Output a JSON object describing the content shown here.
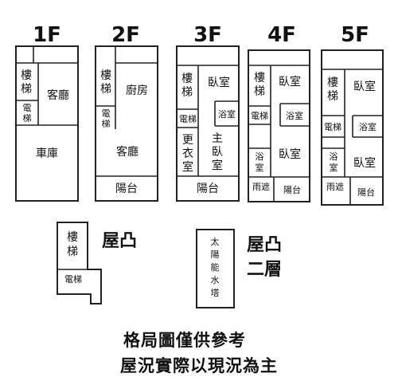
{
  "floors": {
    "f1": {
      "heading": "1F",
      "rooms": {
        "stairs": [
          "樓",
          "梯"
        ],
        "living": "客廳",
        "elevator": [
          "電",
          "梯"
        ],
        "garage": "車庫"
      }
    },
    "f2": {
      "heading": "2F",
      "rooms": {
        "stairs": [
          "樓",
          "梯"
        ],
        "kitchen": "廚房",
        "elevator": [
          "電",
          "梯"
        ],
        "living": "客廳",
        "balcony": "陽台"
      }
    },
    "f3": {
      "heading": "3F",
      "rooms": {
        "stairs": [
          "樓",
          "梯"
        ],
        "bedroom": "臥室",
        "bath": "浴室",
        "elevator": "電梯",
        "closet": [
          "更",
          "衣",
          "室"
        ],
        "master": [
          "主",
          "臥",
          "室"
        ],
        "balcony": "陽台"
      }
    },
    "f4": {
      "heading": "4F",
      "rooms": {
        "stairs": [
          "樓",
          "梯"
        ],
        "bedroom1": "臥室",
        "elevator": "電梯",
        "bath1": "浴室",
        "bath2": [
          "浴",
          "室"
        ],
        "bedroom2": "臥室",
        "rainshelter": "雨遮",
        "balcony": "陽台"
      }
    },
    "f5": {
      "heading": "5F",
      "rooms": {
        "stairs": [
          "樓",
          "梯"
        ],
        "bedroom1": "臥室",
        "elevator": "電梯",
        "bath1": "浴室",
        "bath2": [
          "浴",
          "室"
        ],
        "bedroom2": "臥室",
        "rainshelter": "雨遮",
        "balcony": "陽台"
      }
    }
  },
  "roof": {
    "label": "屋凸",
    "rooms": {
      "stairs": [
        "樓",
        "梯"
      ],
      "elevator": "電梯"
    }
  },
  "roof2": {
    "label": [
      "屋凸",
      "二層"
    ],
    "heater": [
      "太",
      "陽",
      "能",
      "水",
      "塔"
    ]
  },
  "note": [
    "格局圖僅供參考",
    "屋況實際以現況為主"
  ],
  "colors": {
    "line": "#222222",
    "text": "#111111",
    "background": "#ffffff"
  }
}
